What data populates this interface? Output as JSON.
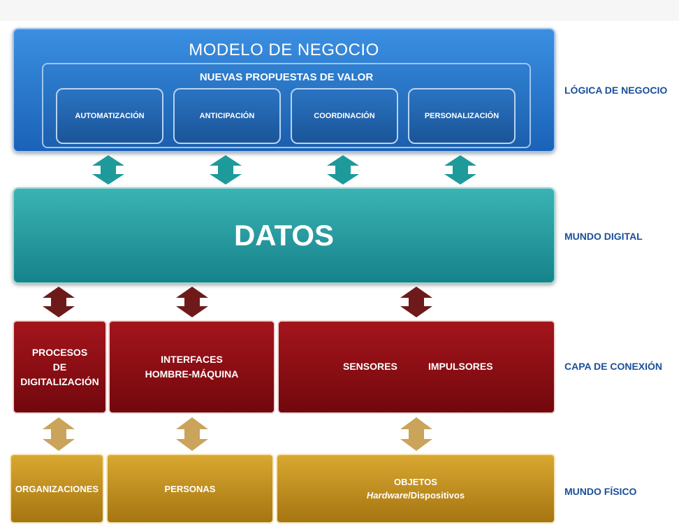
{
  "layers": {
    "business": {
      "title": "MODELO DE NEGOCIO",
      "subtitle": "NUEVAS PROPUESTAS DE VALOR",
      "items": [
        "AUTOMATIZACIÓN",
        "ANTICIPACIÓN",
        "COORDINACIÓN",
        "PERSONALIZACIÓN"
      ],
      "side_label": "LÓGICA DE NEGOCIO",
      "color": "#1f6cc4"
    },
    "data": {
      "title": "DATOS",
      "side_label": "MUNDO DIGITAL",
      "color": "#1e959b"
    },
    "connection": {
      "items": {
        "processes_line1": "PROCESOS",
        "processes_line2": "DE",
        "processes_line3": "DIGITALIZACIÓN",
        "interfaces_line1": "INTERFACES",
        "interfaces_line2": "HOMBRE-MÁQUINA",
        "sensors": "SENSORES",
        "actuators": "IMPULSORES"
      },
      "side_label": "CAPA DE CONEXIÓN",
      "color": "#8f0e15"
    },
    "physical": {
      "items": {
        "organizations": "ORGANIZACIONES",
        "people": "PERSONAS",
        "objects": "OBJETOS",
        "objects_sub_italic": "Hardware",
        "objects_sub_rest": "/Dispositivos"
      },
      "side_label": "MUNDO FÍSICO",
      "color": "#c4921f"
    }
  }
}
